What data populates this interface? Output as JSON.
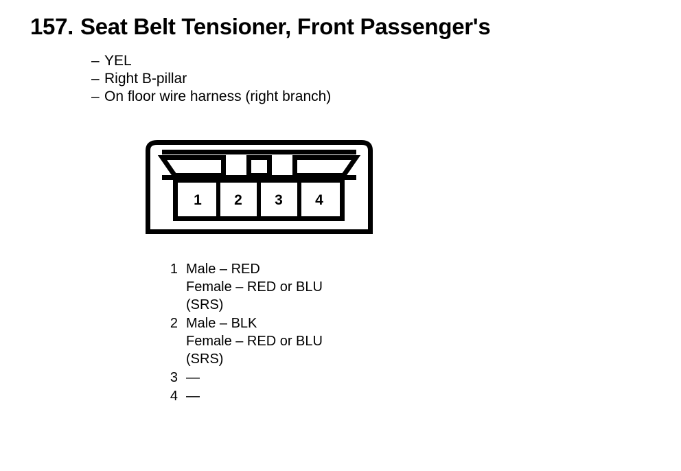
{
  "title": {
    "number": "157.",
    "text": "Seat Belt Tensioner, Front Passenger's"
  },
  "attributes": {
    "dash": "–",
    "items": [
      {
        "text": "YEL"
      },
      {
        "text": "Right B-pillar"
      },
      {
        "text": "On floor wire harness (right branch)"
      }
    ]
  },
  "connector": {
    "cavity_count": 4,
    "pin_numbers": [
      "1",
      "2",
      "3",
      "4"
    ],
    "stroke_color": "#000000",
    "fill_color": "#ffffff"
  },
  "pin_legend": [
    {
      "number": "1",
      "lines": [
        "Male – RED",
        "Female – RED or BLU",
        "(SRS)"
      ]
    },
    {
      "number": "2",
      "lines": [
        "Male – BLK",
        "Female – RED or BLU",
        "(SRS)"
      ]
    },
    {
      "number": "3",
      "lines": [
        "—"
      ]
    },
    {
      "number": "4",
      "lines": [
        "—"
      ]
    }
  ]
}
